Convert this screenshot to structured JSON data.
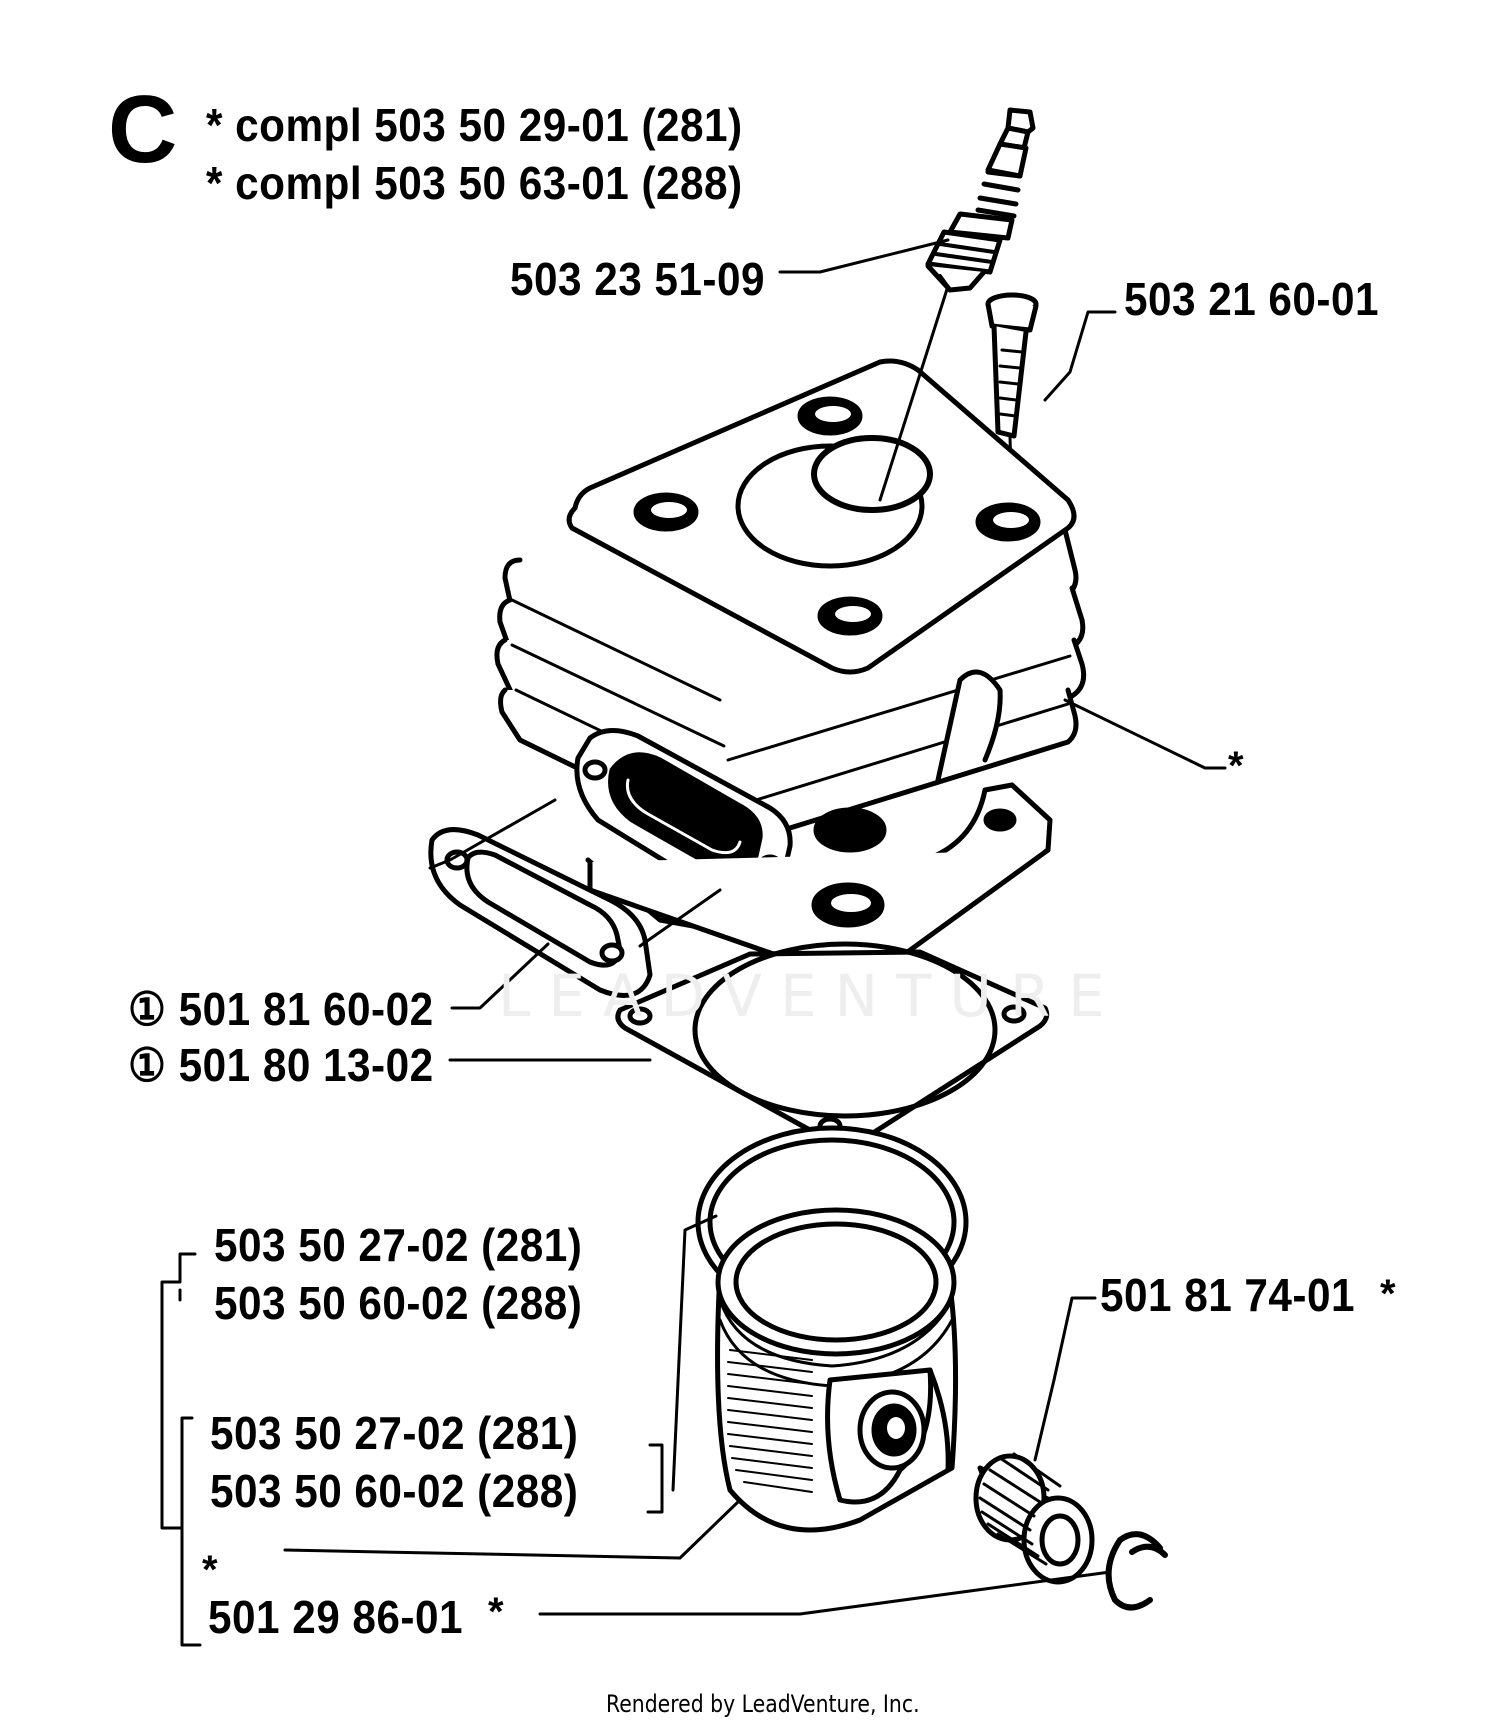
{
  "diagram": {
    "section_letter": "C",
    "header_lines": [
      "*  compl 503 50 29-01 (281)",
      "*  compl 503 50 63-01 (288)"
    ],
    "parts": {
      "spark_plug": "503 23 51-09",
      "screw": "503 21 60-01",
      "cylinder_marker": "*",
      "gasket_exhaust": "① 501 81 60-02",
      "gasket_base": "① 501 80 13-02",
      "ring_a": "503 50 27-02 (281)",
      "ring_b": "503 50 60-02 (288)",
      "piston_a": "503 50 27-02 (281)",
      "piston_b": "503 50 60-02 (288)",
      "piston_marker": "*",
      "needle_bearing": "501 81 74-01",
      "needle_bearing_marker": "*",
      "circlip": "501 29 86-01",
      "circlip_marker": "*",
      "circlip_letter": "C"
    },
    "watermark": "LEADVENTURE",
    "footer": "Rendered by LeadVenture, Inc."
  }
}
